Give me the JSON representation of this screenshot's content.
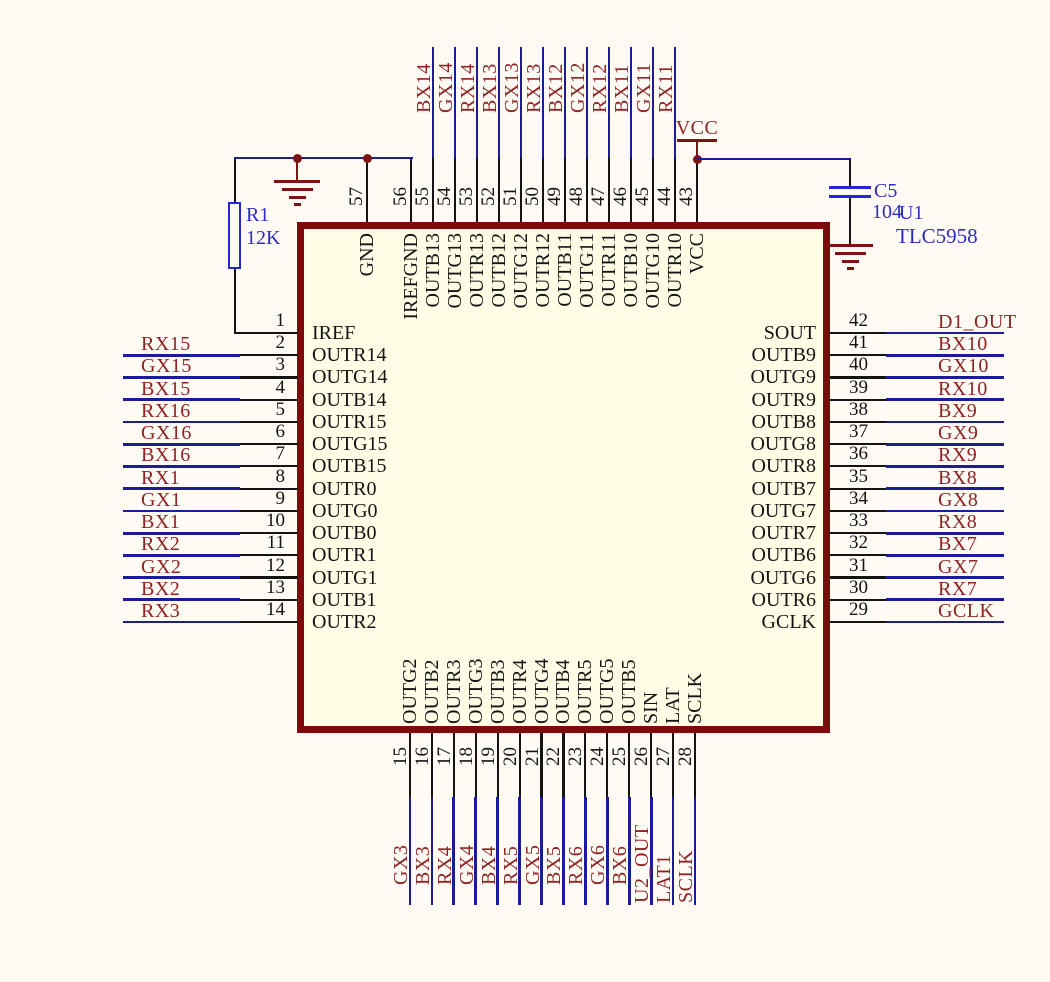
{
  "component": {
    "designator": "U1",
    "part": "TLC5958"
  },
  "resistor": {
    "designator": "R1",
    "value": "12K"
  },
  "capacitor": {
    "designator": "C5",
    "value": "104"
  },
  "power": {
    "vcc_label": "VCC"
  },
  "pins": {
    "left": [
      {
        "number": "1",
        "name": "IREF",
        "net": ""
      },
      {
        "number": "2",
        "name": "OUTR14",
        "net": "RX15"
      },
      {
        "number": "3",
        "name": "OUTG14",
        "net": "GX15"
      },
      {
        "number": "4",
        "name": "OUTB14",
        "net": "BX15"
      },
      {
        "number": "5",
        "name": "OUTR15",
        "net": "RX16"
      },
      {
        "number": "6",
        "name": "OUTG15",
        "net": "GX16"
      },
      {
        "number": "7",
        "name": "OUTB15",
        "net": "BX16"
      },
      {
        "number": "8",
        "name": "OUTR0",
        "net": "RX1"
      },
      {
        "number": "9",
        "name": "OUTG0",
        "net": "GX1"
      },
      {
        "number": "10",
        "name": "OUTB0",
        "net": "BX1"
      },
      {
        "number": "11",
        "name": "OUTR1",
        "net": "RX2"
      },
      {
        "number": "12",
        "name": "OUTG1",
        "net": "GX2"
      },
      {
        "number": "13",
        "name": "OUTB1",
        "net": "BX2"
      },
      {
        "number": "14",
        "name": "OUTR2",
        "net": "RX3"
      }
    ],
    "top": [
      {
        "number": "57",
        "name": "GND",
        "net": ""
      },
      {
        "number": "56",
        "name": "IREFGND",
        "net": ""
      },
      {
        "number": "55",
        "name": "OUTB13",
        "net": "BX14"
      },
      {
        "number": "54",
        "name": "OUTG13",
        "net": "GX14"
      },
      {
        "number": "53",
        "name": "OUTR13",
        "net": "RX14"
      },
      {
        "number": "52",
        "name": "OUTB12",
        "net": "BX13"
      },
      {
        "number": "51",
        "name": "OUTG12",
        "net": "GX13"
      },
      {
        "number": "50",
        "name": "OUTR12",
        "net": "RX13"
      },
      {
        "number": "49",
        "name": "OUTB11",
        "net": "BX12"
      },
      {
        "number": "48",
        "name": "OUTG11",
        "net": "GX12"
      },
      {
        "number": "47",
        "name": "OUTR11",
        "net": "RX12"
      },
      {
        "number": "46",
        "name": "OUTB10",
        "net": "BX11"
      },
      {
        "number": "45",
        "name": "OUTG10",
        "net": "GX11"
      },
      {
        "number": "44",
        "name": "OUTR10",
        "net": "RX11"
      },
      {
        "number": "43",
        "name": "VCC",
        "net": "VCC"
      }
    ],
    "right": [
      {
        "number": "42",
        "name": "SOUT",
        "net": "D1_OUT"
      },
      {
        "number": "41",
        "name": "OUTB9",
        "net": "BX10"
      },
      {
        "number": "40",
        "name": "OUTG9",
        "net": "GX10"
      },
      {
        "number": "39",
        "name": "OUTR9",
        "net": "RX10"
      },
      {
        "number": "38",
        "name": "OUTB8",
        "net": "BX9"
      },
      {
        "number": "37",
        "name": "OUTG8",
        "net": "GX9"
      },
      {
        "number": "36",
        "name": "OUTR8",
        "net": "RX9"
      },
      {
        "number": "35",
        "name": "OUTB7",
        "net": "BX8"
      },
      {
        "number": "34",
        "name": "OUTG7",
        "net": "GX8"
      },
      {
        "number": "33",
        "name": "OUTR7",
        "net": "RX8"
      },
      {
        "number": "32",
        "name": "OUTB6",
        "net": "BX7"
      },
      {
        "number": "31",
        "name": "OUTG6",
        "net": "GX7"
      },
      {
        "number": "30",
        "name": "OUTR6",
        "net": "RX7"
      },
      {
        "number": "29",
        "name": "GCLK",
        "net": "GCLK"
      }
    ],
    "bottom": [
      {
        "number": "15",
        "name": "OUTG2",
        "net": "GX3"
      },
      {
        "number": "16",
        "name": "OUTB2",
        "net": "BX3"
      },
      {
        "number": "17",
        "name": "OUTR3",
        "net": "RX4"
      },
      {
        "number": "18",
        "name": "OUTG3",
        "net": "GX4"
      },
      {
        "number": "19",
        "name": "OUTB3",
        "net": "BX4"
      },
      {
        "number": "20",
        "name": "OUTR4",
        "net": "RX5"
      },
      {
        "number": "21",
        "name": "OUTG4",
        "net": "GX5"
      },
      {
        "number": "22",
        "name": "OUTB4",
        "net": "BX5"
      },
      {
        "number": "23",
        "name": "OUTR5",
        "net": "RX6"
      },
      {
        "number": "24",
        "name": "OUTG5",
        "net": "GX6"
      },
      {
        "number": "25",
        "name": "OUTB5",
        "net": "BX6"
      },
      {
        "number": "26",
        "name": "SIN",
        "net": "U2_OUT"
      },
      {
        "number": "27",
        "name": "LAT",
        "net": "LAT1"
      },
      {
        "number": "28",
        "name": "SCLK",
        "net": "SCLK"
      }
    ]
  },
  "colors": {
    "background": "#fffaf3",
    "ic_fill": "#fffde6",
    "ic_border": "#7a0c0c",
    "wire_blue": "#1c1c96",
    "symbol_blue": "#2626d8",
    "text_blue": "#2c2cc0",
    "net_label_red": "#8e2424",
    "maroon": "#7c1414",
    "pin_black": "#141414"
  }
}
